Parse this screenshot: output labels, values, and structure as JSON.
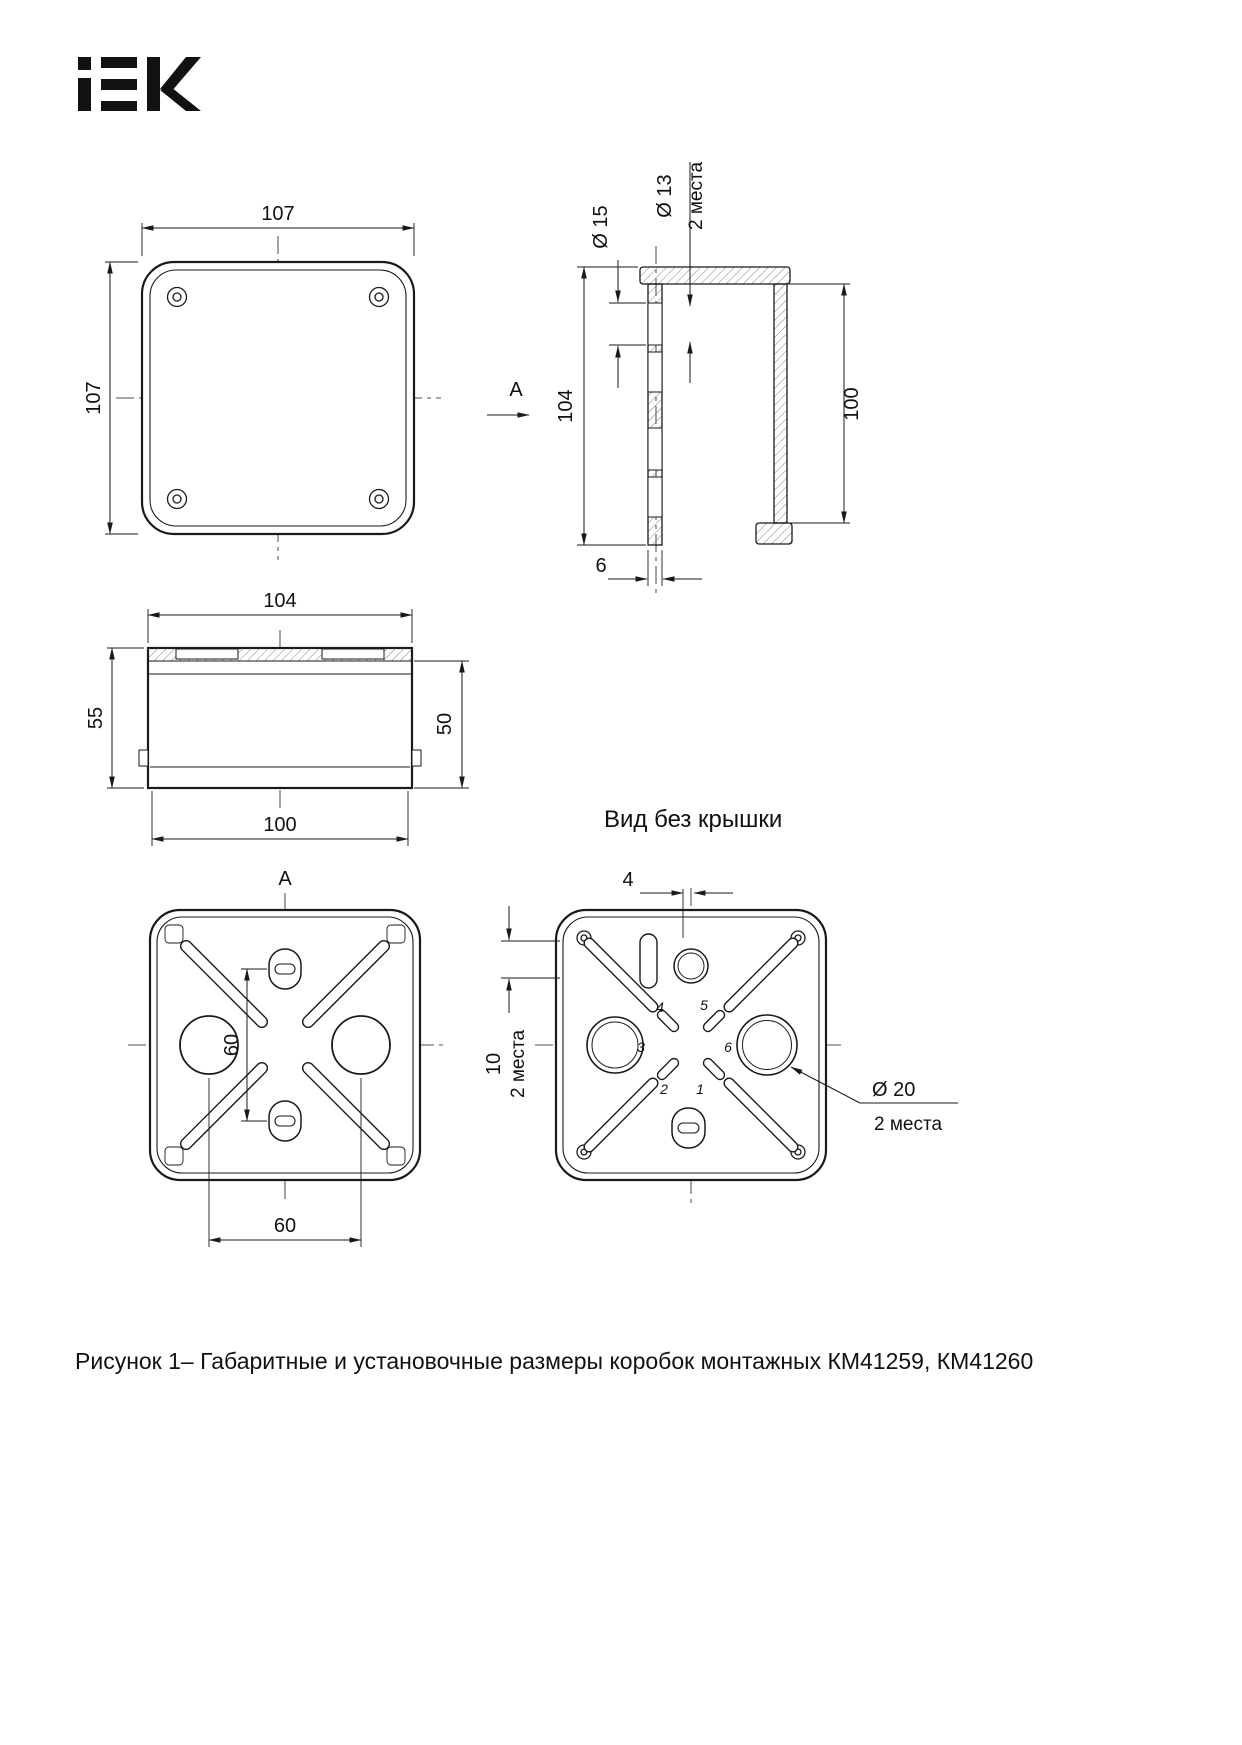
{
  "logo": {
    "text": "iEK"
  },
  "views": {
    "front": {
      "dim_width": "107",
      "dim_height": "107"
    },
    "section": {
      "view_arrow": "A",
      "dim_d15": "Ø 15",
      "dim_d13": "Ø 13",
      "dim_d13_note": "2 места",
      "dim_height_left": "104",
      "dim_height_right": "100",
      "dim_wall": "6"
    },
    "elevation": {
      "dim_top": "104",
      "dim_left": "55",
      "dim_right": "50",
      "dim_bottom": "100"
    },
    "view_a": {
      "title": "A",
      "dim_vertical": "60",
      "dim_horizontal": "60"
    },
    "open": {
      "title": "Вид без крышки",
      "dim_offset": "4",
      "dim_left": "10",
      "dim_left_note": "2 места",
      "dim_d20": "Ø 20",
      "dim_d20_note": "2 места",
      "knockout_numbers": [
        "1",
        "2",
        "3",
        "4",
        "5",
        "6"
      ]
    }
  },
  "caption": "Рисунок 1– Габаритные и установочные размеры коробок монтажных КМ41259, КМ41260"
}
